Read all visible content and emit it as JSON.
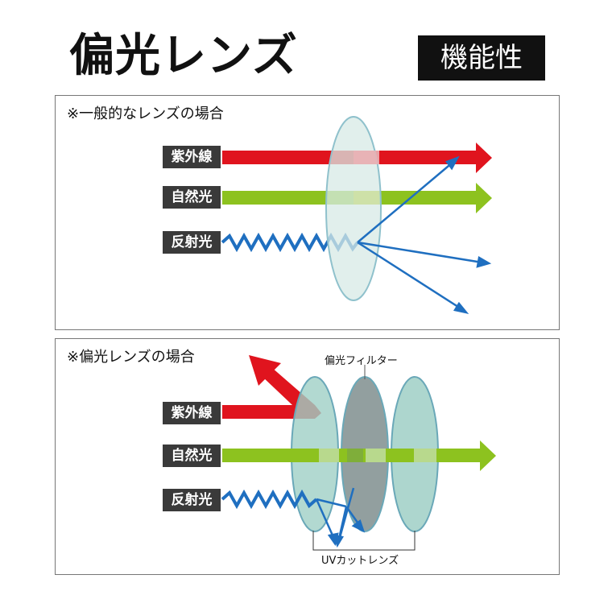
{
  "title": "偏光レンズ",
  "badge": "機能性",
  "panel_top": {
    "heading": "※一般的なレンズの場合",
    "rays": {
      "uv": "紫外線",
      "visible": "自然光",
      "reflected": "反射光"
    }
  },
  "panel_bottom": {
    "heading": "※偏光レンズの場合",
    "rays": {
      "uv": "紫外線",
      "visible": "自然光",
      "reflected": "反射光"
    },
    "filter_label": "偏光フィルター",
    "uv_cut_label": "UVカットレンズ"
  },
  "colors": {
    "uv": "#e0141e",
    "visible": "#8dc21f",
    "reflected": "#1f6fc0",
    "label_bg": "#3a3a3a",
    "lens": "#9fcfc6",
    "filter": "#8c9a9a"
  }
}
